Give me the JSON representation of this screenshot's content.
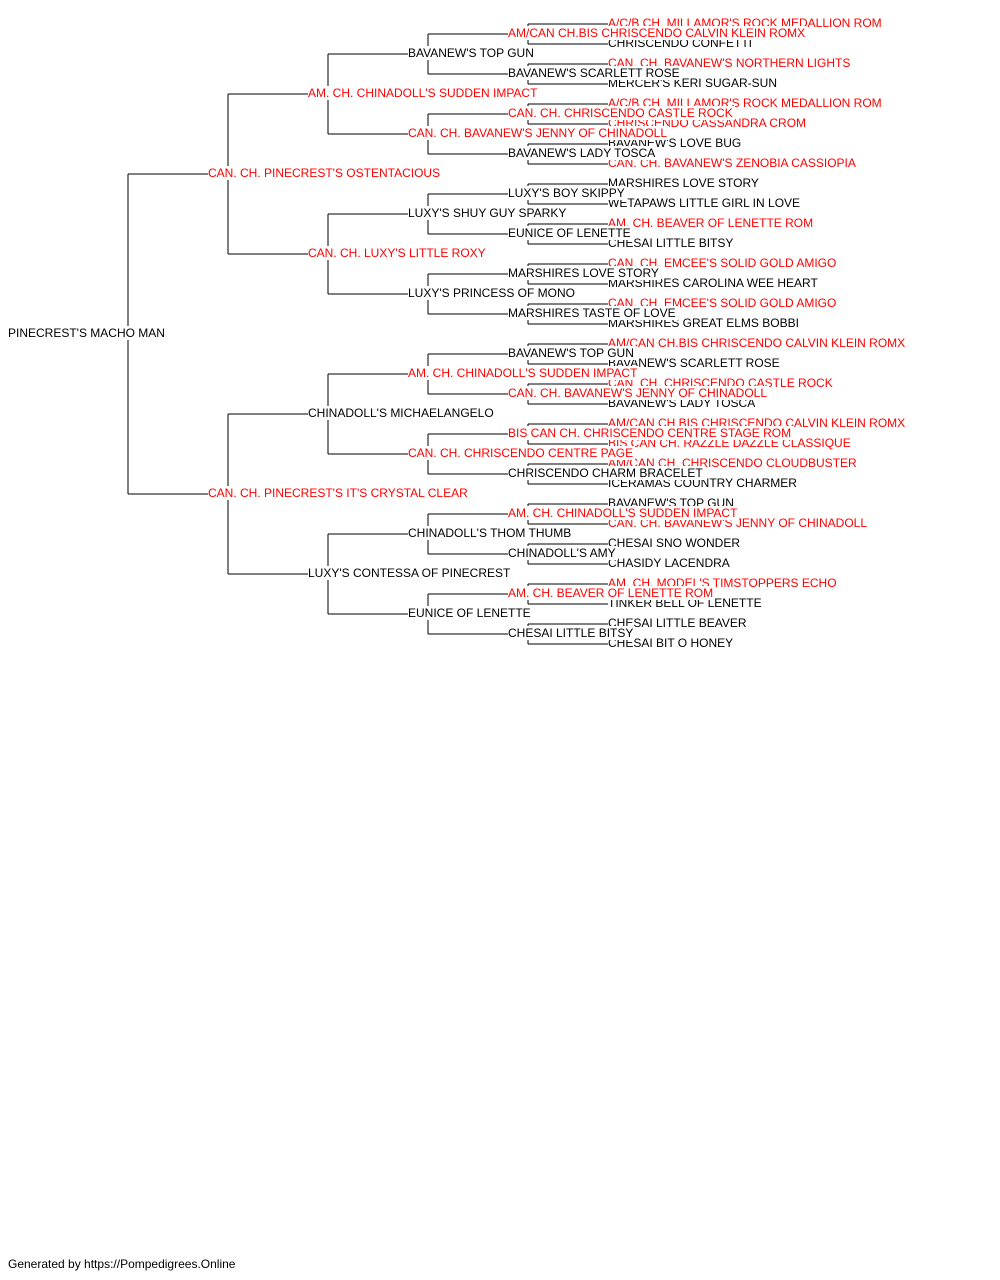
{
  "colors": {
    "champion": "#ff0000",
    "normal": "#000000",
    "lines": "#000000"
  },
  "pedigree": {
    "name": "PINECREST'S MACHO MAN",
    "champion": false,
    "sire": {
      "name": "CAN. CH. PINECREST'S OSTENTACIOUS",
      "champion": true,
      "sire": {
        "name": "AM. CH. CHINADOLL'S SUDDEN IMPACT",
        "champion": true,
        "sire": {
          "name": "BAVANEW'S TOP GUN",
          "champion": false,
          "sire": {
            "name": "AM/CAN CH.BIS CHRISCENDO CALVIN KLEIN ROMX",
            "champion": true,
            "sire": {
              "name": "A/C/B CH. MILLAMOR'S ROCK MEDALLION ROM",
              "champion": true
            },
            "dam": {
              "name": "CHRISCENDO CONFETTI",
              "champion": false
            }
          },
          "dam": {
            "name": "BAVANEW'S SCARLETT ROSE",
            "champion": false,
            "sire": {
              "name": "CAN. CH. BAVANEW'S NORTHERN LIGHTS",
              "champion": true
            },
            "dam": {
              "name": "MERCER'S KERI SUGAR-SUN",
              "champion": false
            }
          }
        },
        "dam": {
          "name": "CAN. CH. BAVANEW'S JENNY OF CHINADOLL",
          "champion": true,
          "sire": {
            "name": "CAN. CH. CHRISCENDO CASTLE ROCK",
            "champion": true,
            "sire": {
              "name": "A/C/B CH. MILLAMOR'S ROCK MEDALLION ROM",
              "champion": true
            },
            "dam": {
              "name": "CHRISCENDO CASSANDRA CROM",
              "champion": true
            }
          },
          "dam": {
            "name": "BAVANEW'S LADY TOSCA",
            "champion": false,
            "sire": {
              "name": "BAVANEW'S LOVE BUG",
              "champion": false
            },
            "dam": {
              "name": "CAN. CH. BAVANEW'S ZENOBIA CASSIOPIA",
              "champion": true
            }
          }
        }
      },
      "dam": {
        "name": "CAN. CH. LUXY'S LITTLE ROXY",
        "champion": true,
        "sire": {
          "name": "LUXY'S SHUY GUY SPARKY",
          "champion": false,
          "sire": {
            "name": "LUXY'S BOY SKIPPY",
            "champion": false,
            "sire": {
              "name": "MARSHIRES LOVE STORY",
              "champion": false
            },
            "dam": {
              "name": "WETAPAWS LITTLE GIRL IN LOVE",
              "champion": false
            }
          },
          "dam": {
            "name": "EUNICE OF LENETTE",
            "champion": false,
            "sire": {
              "name": "AM. CH. BEAVER OF LENETTE ROM",
              "champion": true
            },
            "dam": {
              "name": "CHESAI LITTLE BITSY",
              "champion": false
            }
          }
        },
        "dam": {
          "name": "LUXY'S PRINCESS OF MONO",
          "champion": false,
          "sire": {
            "name": "MARSHIRES LOVE STORY",
            "champion": false,
            "sire": {
              "name": "CAN. CH. EMCEE'S SOLID GOLD AMIGO",
              "champion": true
            },
            "dam": {
              "name": "MARSHIRES CAROLINA WEE HEART",
              "champion": false
            }
          },
          "dam": {
            "name": "MARSHIRES TASTE OF LOVE",
            "champion": false,
            "sire": {
              "name": "CAN. CH. EMCEE'S SOLID GOLD AMIGO",
              "champion": true
            },
            "dam": {
              "name": "MARSHIRES GREAT ELMS BOBBI",
              "champion": false
            }
          }
        }
      }
    },
    "dam": {
      "name": "CAN. CH. PINECREST'S IT'S CRYSTAL CLEAR",
      "champion": true,
      "sire": {
        "name": "CHINADOLL'S MICHAELANGELO",
        "champion": false,
        "sire": {
          "name": "AM. CH. CHINADOLL'S SUDDEN IMPACT",
          "champion": true,
          "sire": {
            "name": "BAVANEW'S TOP GUN",
            "champion": false,
            "sire": {
              "name": "AM/CAN CH.BIS CHRISCENDO CALVIN KLEIN ROMX",
              "champion": true
            },
            "dam": {
              "name": "BAVANEW'S SCARLETT ROSE",
              "champion": false
            }
          },
          "dam": {
            "name": "CAN. CH. BAVANEW'S JENNY OF CHINADOLL",
            "champion": true,
            "sire": {
              "name": "CAN. CH. CHRISCENDO CASTLE ROCK",
              "champion": true
            },
            "dam": {
              "name": "BAVANEW'S LADY TOSCA",
              "champion": false
            }
          }
        },
        "dam": {
          "name": "CAN. CH. CHRISCENDO CENTRE PAGE",
          "champion": true,
          "sire": {
            "name": "BIS CAN CH. CHRISCENDO CENTRE STAGE ROM",
            "champion": true,
            "sire": {
              "name": "AM/CAN CH.BIS CHRISCENDO CALVIN KLEIN ROMX",
              "champion": true
            },
            "dam": {
              "name": "BIS CAN CH. RAZZLE DAZZLE CLASSIQUE",
              "champion": true
            }
          },
          "dam": {
            "name": "CHRISCENDO CHARM BRACELET",
            "champion": false,
            "sire": {
              "name": "AM/CAN CH. CHRISCENDO CLOUDBUSTER",
              "champion": true
            },
            "dam": {
              "name": "ICERAMAS COUNTRY CHARMER",
              "champion": false
            }
          }
        }
      },
      "dam": {
        "name": "LUXY'S CONTESSA OF PINECREST",
        "champion": false,
        "sire": {
          "name": "CHINADOLL'S THOM THUMB",
          "champion": false,
          "sire": {
            "name": "AM. CH. CHINADOLL'S SUDDEN IMPACT",
            "champion": true,
            "sire": {
              "name": "BAVANEW'S TOP GUN",
              "champion": false
            },
            "dam": {
              "name": "CAN. CH. BAVANEW'S JENNY OF CHINADOLL",
              "champion": true
            }
          },
          "dam": {
            "name": "CHINADOLL'S AMY",
            "champion": false,
            "sire": {
              "name": "CHESAI SNO WONDER",
              "champion": false
            },
            "dam": {
              "name": "CHASIDY LACENDRA",
              "champion": false
            }
          }
        },
        "dam": {
          "name": "EUNICE OF LENETTE",
          "champion": false,
          "sire": {
            "name": "AM. CH. BEAVER OF LENETTE ROM",
            "champion": true,
            "sire": {
              "name": "AM. CH. MODEL'S TIMSTOPPERS ECHO",
              "champion": true
            },
            "dam": {
              "name": "TINKER BELL OF LENETTE",
              "champion": false
            }
          },
          "dam": {
            "name": "CHESAI LITTLE BITSY",
            "champion": false,
            "sire": {
              "name": "CHESAI LITTLE BEAVER",
              "champion": false
            },
            "dam": {
              "name": "CHESAI BIT O HONEY",
              "champion": false
            }
          }
        }
      }
    }
  },
  "footer": {
    "text": "Generated by https://Pompedigrees.Online"
  }
}
